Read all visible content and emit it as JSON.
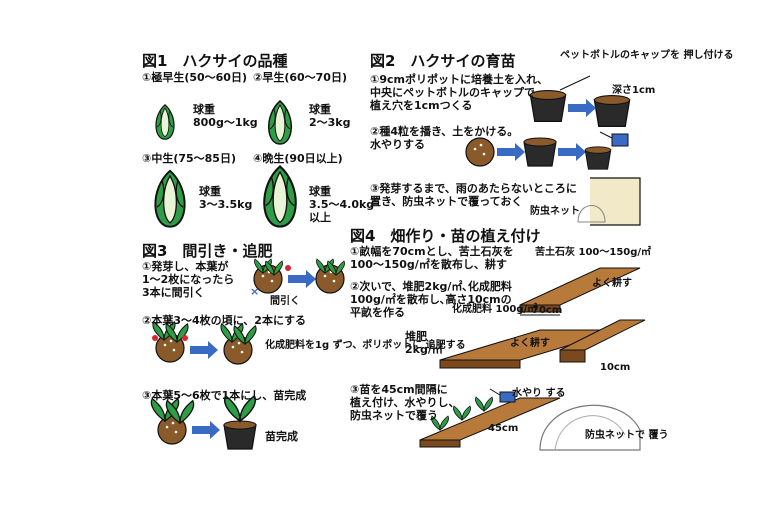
{
  "fig1": {
    "title": "図1　ハクサイの品種",
    "v1": {
      "label": "①極早生(50〜60日)",
      "weight": "球重\n800g〜1kg"
    },
    "v2": {
      "label": "②早生(60〜70日)",
      "weight": "球重\n2〜3kg"
    },
    "v3": {
      "label": "③中生(75〜85日)",
      "weight": "球重\n3〜3.5kg"
    },
    "v4": {
      "label": "④晩生(90日以上)",
      "weight": "球重\n3.5〜4.0kg\n以上"
    }
  },
  "fig2": {
    "title": "図2　ハクサイの育苗",
    "s1": "①9cmポリポットに培養土を入れ、\n中央にペットボトルのキャップで\n植え穴を1cmつくる",
    "cap_note": "ペットボトルのキャップを\n押し付ける",
    "depth": "深さ1cm",
    "s2": "②種4粒を播き、土をかける。\n水やりする",
    "s3": "③発芽するまで、雨のあたらないところに\n置き、防虫ネットで覆っておく",
    "net": "防虫ネット"
  },
  "fig3": {
    "title": "図3　間引き・追肥",
    "s1": "①発芽し、本葉が\n1〜2枚になったら\n3本に間引く",
    "thin": "間引く",
    "s2": "②本葉3〜4枚の頃に、2本にする",
    "fert": "化成肥料を1g\nずつ、ポリポットに\n追肥する",
    "s3": "③本葉5〜6枚で1本にし、苗完成",
    "done": "苗完成"
  },
  "fig4": {
    "title": "図4　畑作り・苗の植え付け",
    "s1": "①畝幅を70cmとし、苦土石灰を\n100〜150g/㎡を散布し、耕す",
    "lime": "苦土石灰\n100〜150g/㎡",
    "till1": "よく耕す",
    "w70": "70cm",
    "s2": "②次いで、堆肥2kg/㎡､化成肥料\n100g/㎡を散布し､高さ10cmの\n平畝を作る",
    "chem": "化成肥料\n100g/㎡",
    "compost": "堆肥\n2kg/㎡",
    "till2": "よく耕す",
    "h10": "10cm",
    "s3": "③苗を45cm間隔に\n植え付け、水やりし、\n防虫ネットで覆う",
    "water": "水やり\nする",
    "sp45": "45cm",
    "net": "防虫ネットで\n覆う"
  },
  "colors": {
    "leaf": "#2e9e46",
    "pale": "#e9f3d6",
    "soil": "#b87a3a",
    "soil_dark": "#7a4a1e",
    "pot": "#2a2a2a",
    "arrow": "#3a6bc4",
    "flower": "#d8262e"
  }
}
